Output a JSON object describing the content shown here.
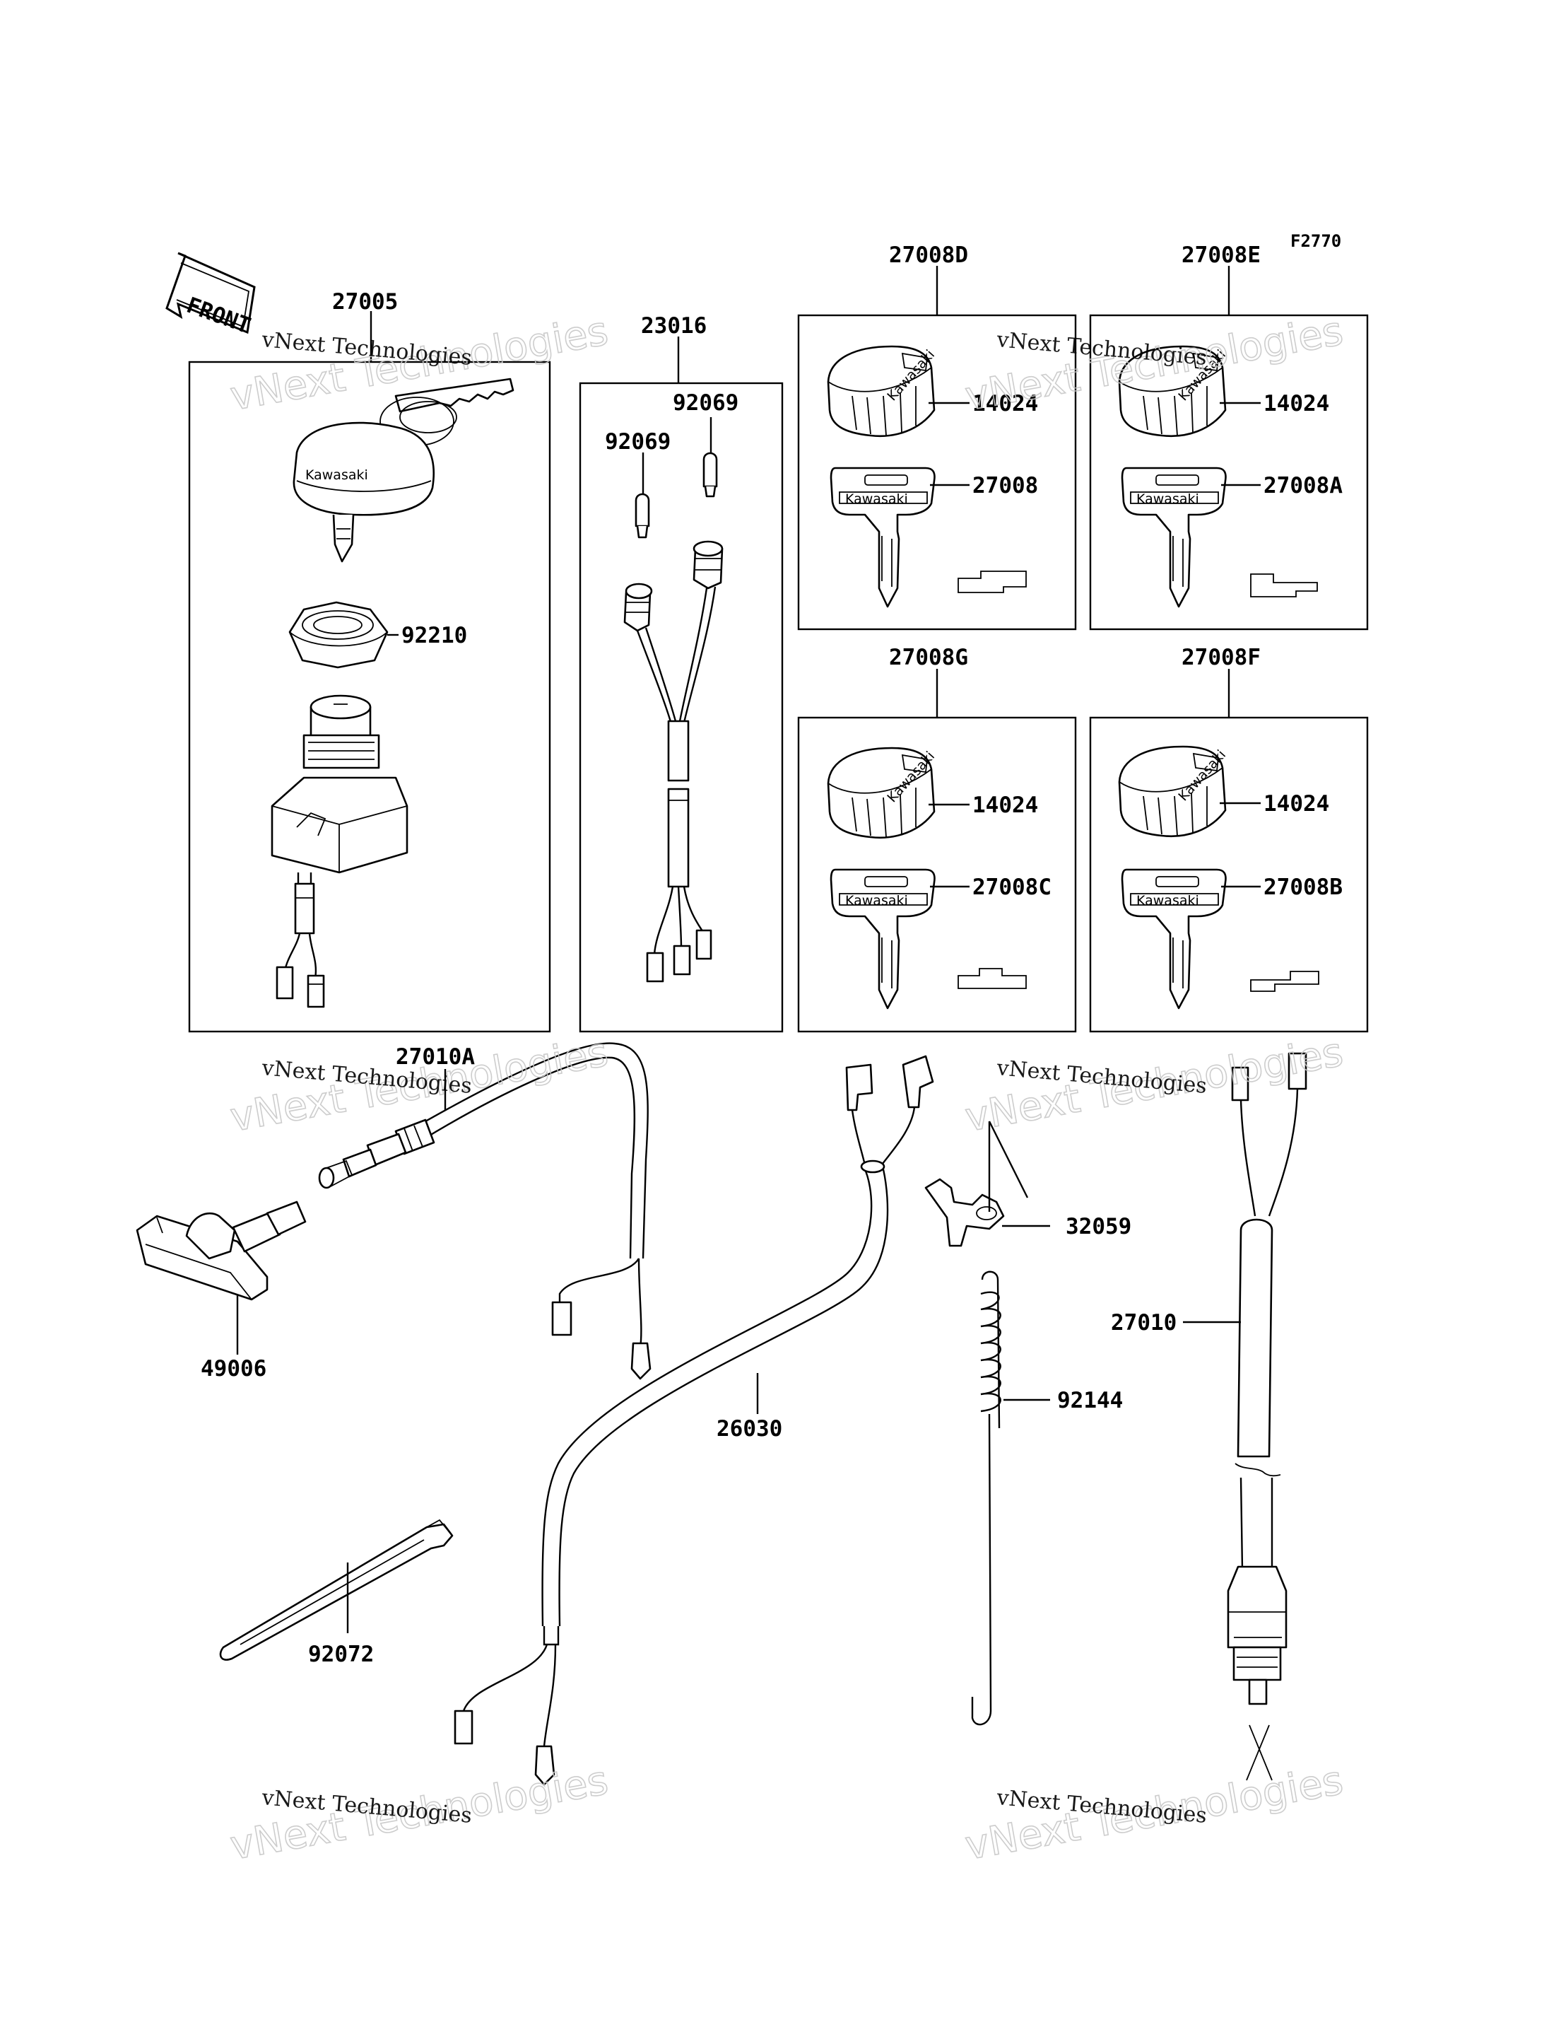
{
  "figure_code": "F2770",
  "front_label": "FRONT",
  "brand_text": "Kawasaki",
  "watermark": {
    "line1": "vNext Technologies",
    "line2": "vNext Technologies"
  },
  "labels": {
    "p27005": "27005",
    "p92210": "92210",
    "p23016": "23016",
    "p92069a": "92069",
    "p92069b": "92069",
    "p27008D": "27008D",
    "p27008E": "27008E",
    "p27008G": "27008G",
    "p27008F": "27008F",
    "p14024a": "14024",
    "p14024b": "14024",
    "p14024c": "14024",
    "p14024d": "14024",
    "p27008": "27008",
    "p27008A": "27008A",
    "p27008C": "27008C",
    "p27008B": "27008B",
    "p27010A": "27010A",
    "p49006": "49006",
    "p26030": "26030",
    "p32059": "32059",
    "p92144": "92144",
    "p27010": "27010",
    "p92072": "92072"
  }
}
